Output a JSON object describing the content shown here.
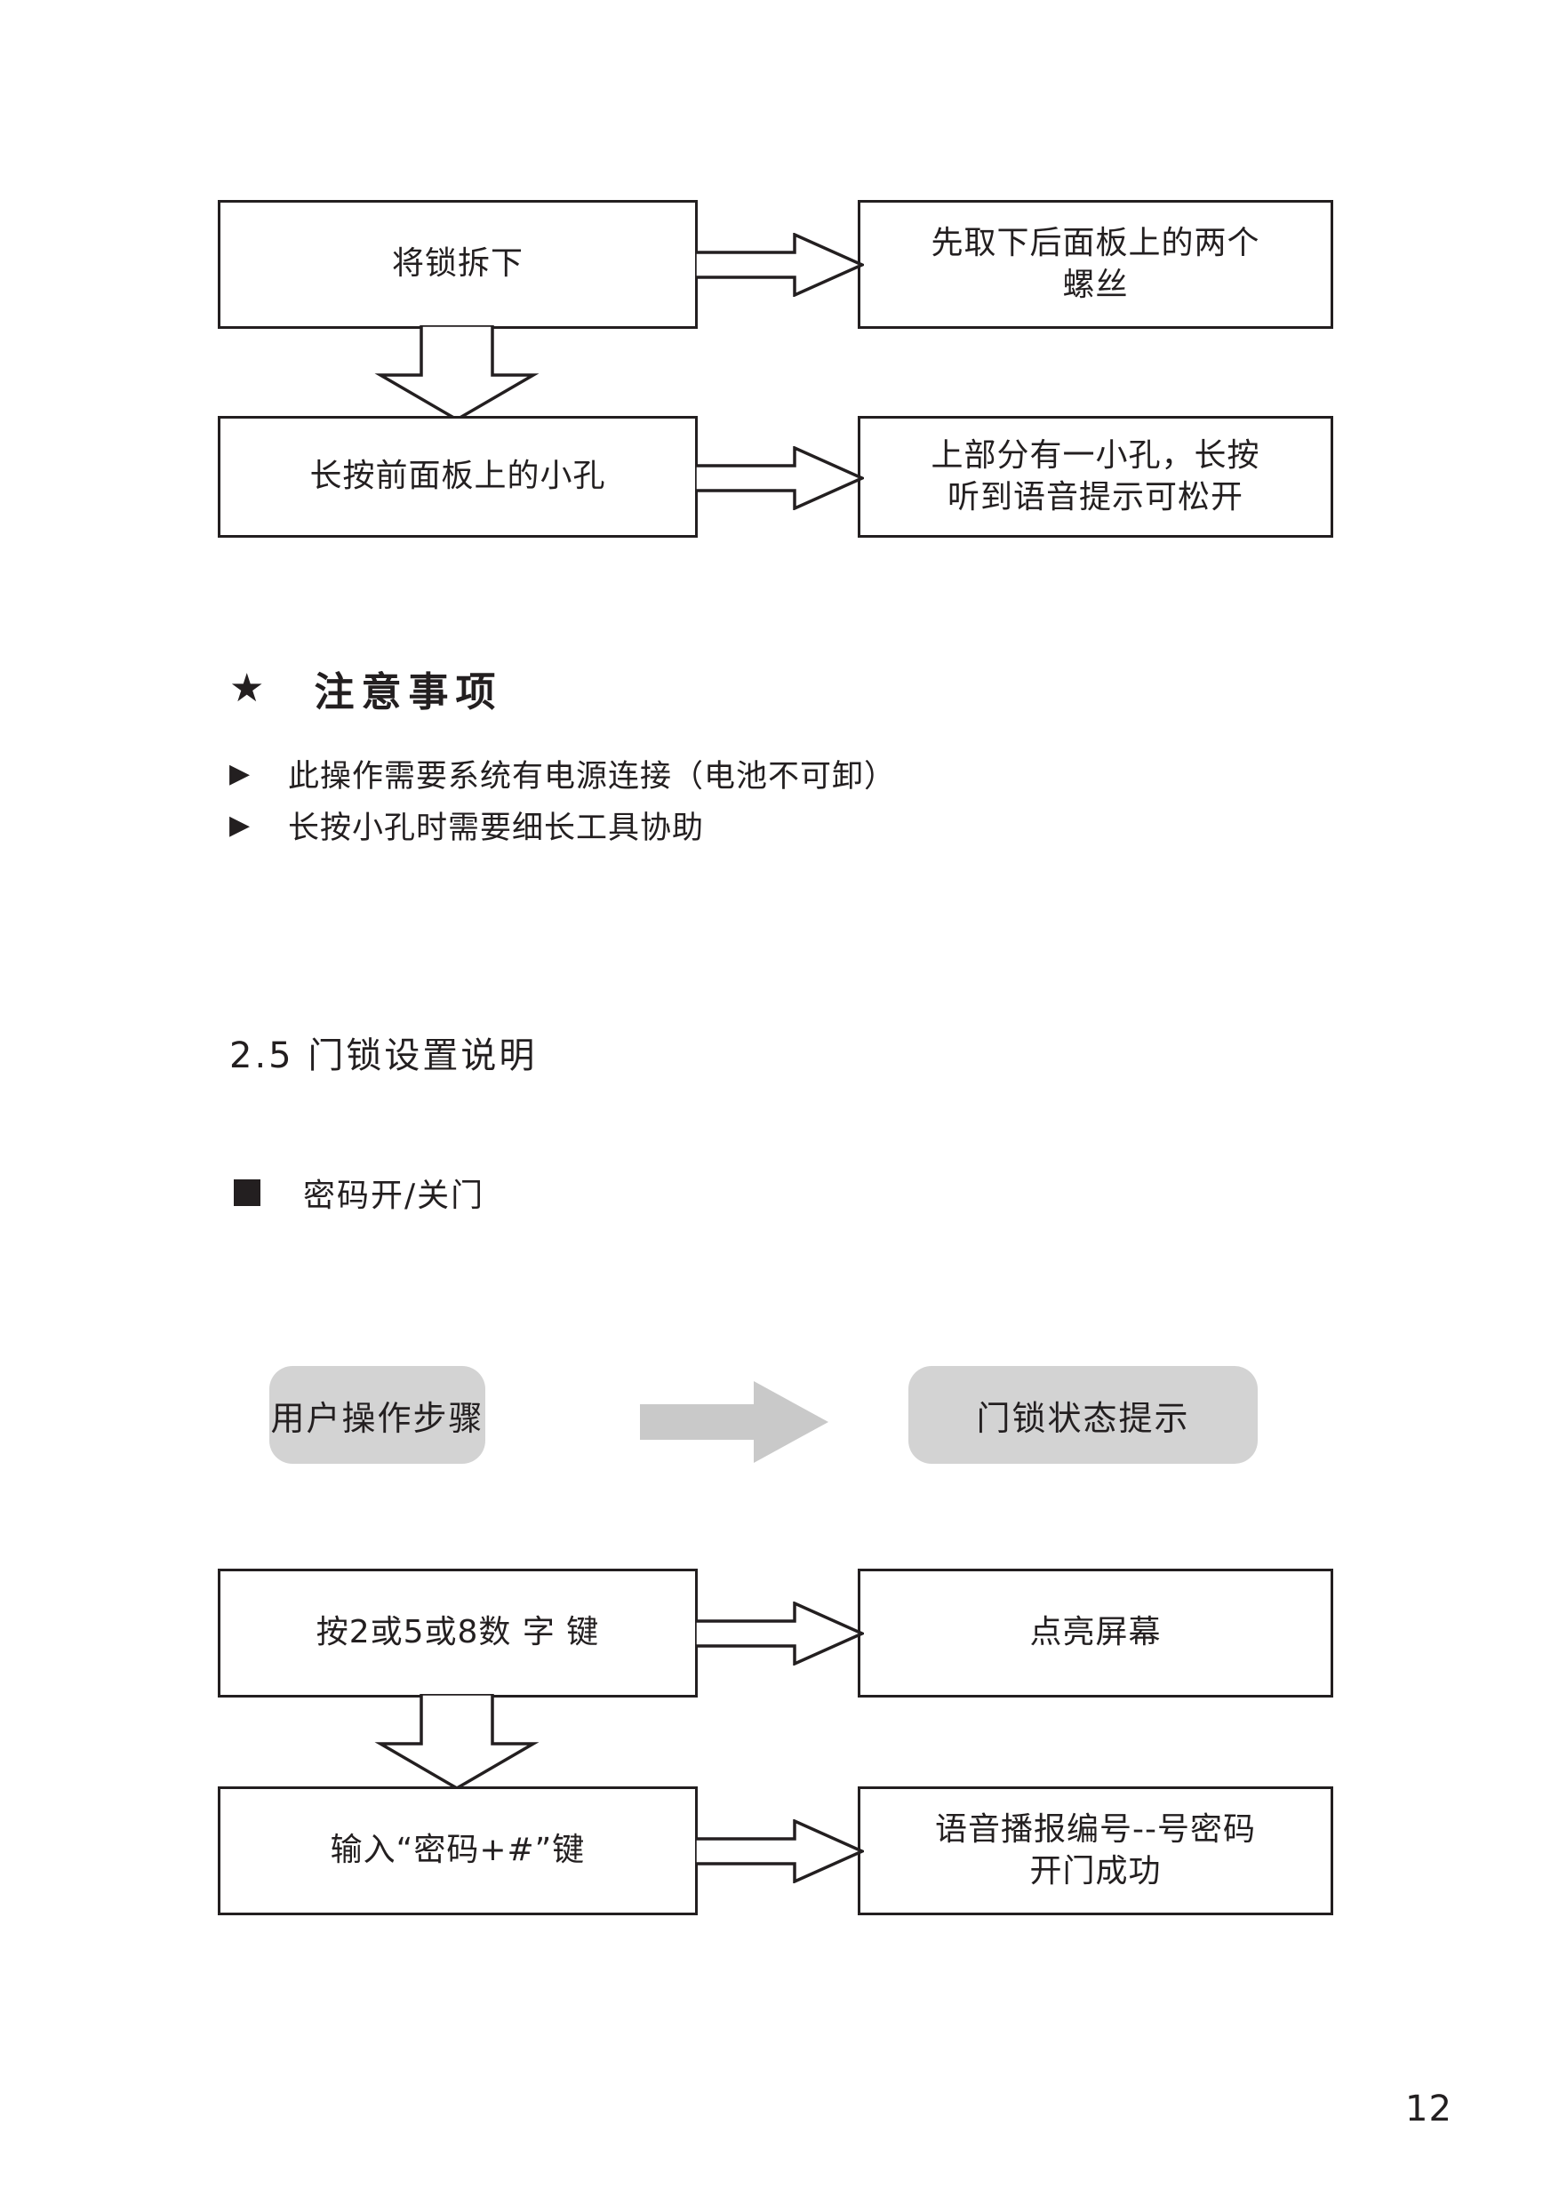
{
  "document": {
    "page_number": "12",
    "colors": {
      "ink": "#231f20",
      "pill_fill": "#d3d3d3",
      "arrow_fill": "#c9c9c9",
      "page_background": "#ffffff"
    }
  },
  "flowchart_top": {
    "name": "lock-removal-flow",
    "nodes": {
      "step1": "将锁拆下",
      "result1_line1": "先取下后面板上的两个",
      "result1_line2": "螺丝",
      "step2": "长按前面板上的小孔",
      "result2_line1": "上部分有一小孔，长按",
      "result2_line2": "听到语音提示可松开"
    },
    "connectors": {
      "step1_to_result1": "block-arrow-right",
      "step1_to_step2": "block-arrow-down",
      "step2_to_result2": "block-arrow-right"
    }
  },
  "notice": {
    "icon": "star-icon",
    "title": "注意事项",
    "bullet_icon": "triangle-right-icon",
    "items": [
      "此操作需要系统有电源连接（电池不可卸）",
      "长按小孔时需要细长工具协助"
    ]
  },
  "section": {
    "heading": "2.5 门锁设置说明",
    "subheading_icon": "filled-square-icon",
    "subheading": "密码开/关门"
  },
  "legend": {
    "left_pill": "用户操作步骤",
    "arrow_icon": "grey-arrow-right-icon",
    "right_pill": "门锁状态提示"
  },
  "flowchart_bottom": {
    "name": "password-unlock-flow",
    "nodes": {
      "step1": "按2或5或8数 字 键",
      "result1": "点亮屏幕",
      "step2": "输入“密码+#”键",
      "result2_line1": "语音播报编号--号密码",
      "result2_line2": "开门成功"
    },
    "connectors": {
      "step1_to_result1": "block-arrow-right",
      "step1_to_step2": "block-arrow-down",
      "step2_to_result2": "block-arrow-right"
    }
  }
}
